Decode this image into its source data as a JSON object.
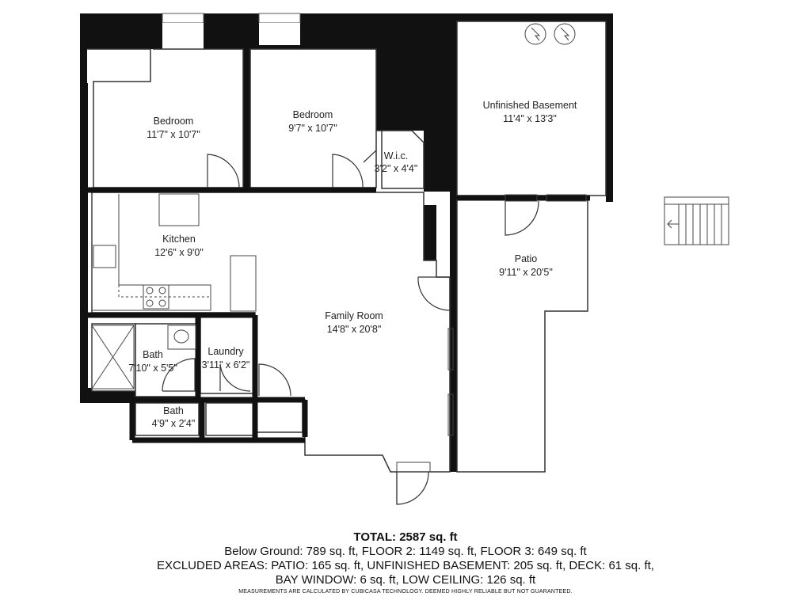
{
  "rooms": {
    "bedroom1": {
      "name": "Bedroom",
      "dims": "11'7\" x 10'7\""
    },
    "bedroom2": {
      "name": "Bedroom",
      "dims": "9'7\" x 10'7\""
    },
    "wic": {
      "name": "W.i.c.",
      "dims": "3'2\" x 4'4\""
    },
    "unfinished_basement": {
      "name": "Unfinished Basement",
      "dims": "11'4\" x 13'3\""
    },
    "kitchen": {
      "name": "Kitchen",
      "dims": "12'6\" x 9'0\""
    },
    "patio": {
      "name": "Patio",
      "dims": "9'11\" x 20'5\""
    },
    "family_room": {
      "name": "Family Room",
      "dims": "14'8\" x 20'8\""
    },
    "bath1": {
      "name": "Bath",
      "dims": "7'10\" x 5'5\""
    },
    "laundry": {
      "name": "Laundry",
      "dims": "3'11\" x 6'2\""
    },
    "bath2": {
      "name": "Bath",
      "dims": "4'9\" x 2'4\""
    }
  },
  "summary": {
    "total": "TOTAL: 2587 sq. ft",
    "floors": "Below Ground: 789 sq. ft, FLOOR 2: 1149 sq. ft, FLOOR 3: 649 sq. ft",
    "excluded": "EXCLUDED AREAS: PATIO: 165 sq. ft, UNFINISHED BASEMENT: 205 sq. ft, DECK: 61 sq. ft,",
    "excluded2": "BAY WINDOW: 6 sq. ft, LOW CEILING: 126 sq. ft",
    "disclaimer": "MEASUREMENTS ARE CALCULATED BY CUBICASA TECHNOLOGY. DEEMED HIGHLY RELIABLE BUT NOT GUARANTEED."
  },
  "colors": {
    "wall": "#111111",
    "line": "#555555",
    "background": "#ffffff"
  }
}
